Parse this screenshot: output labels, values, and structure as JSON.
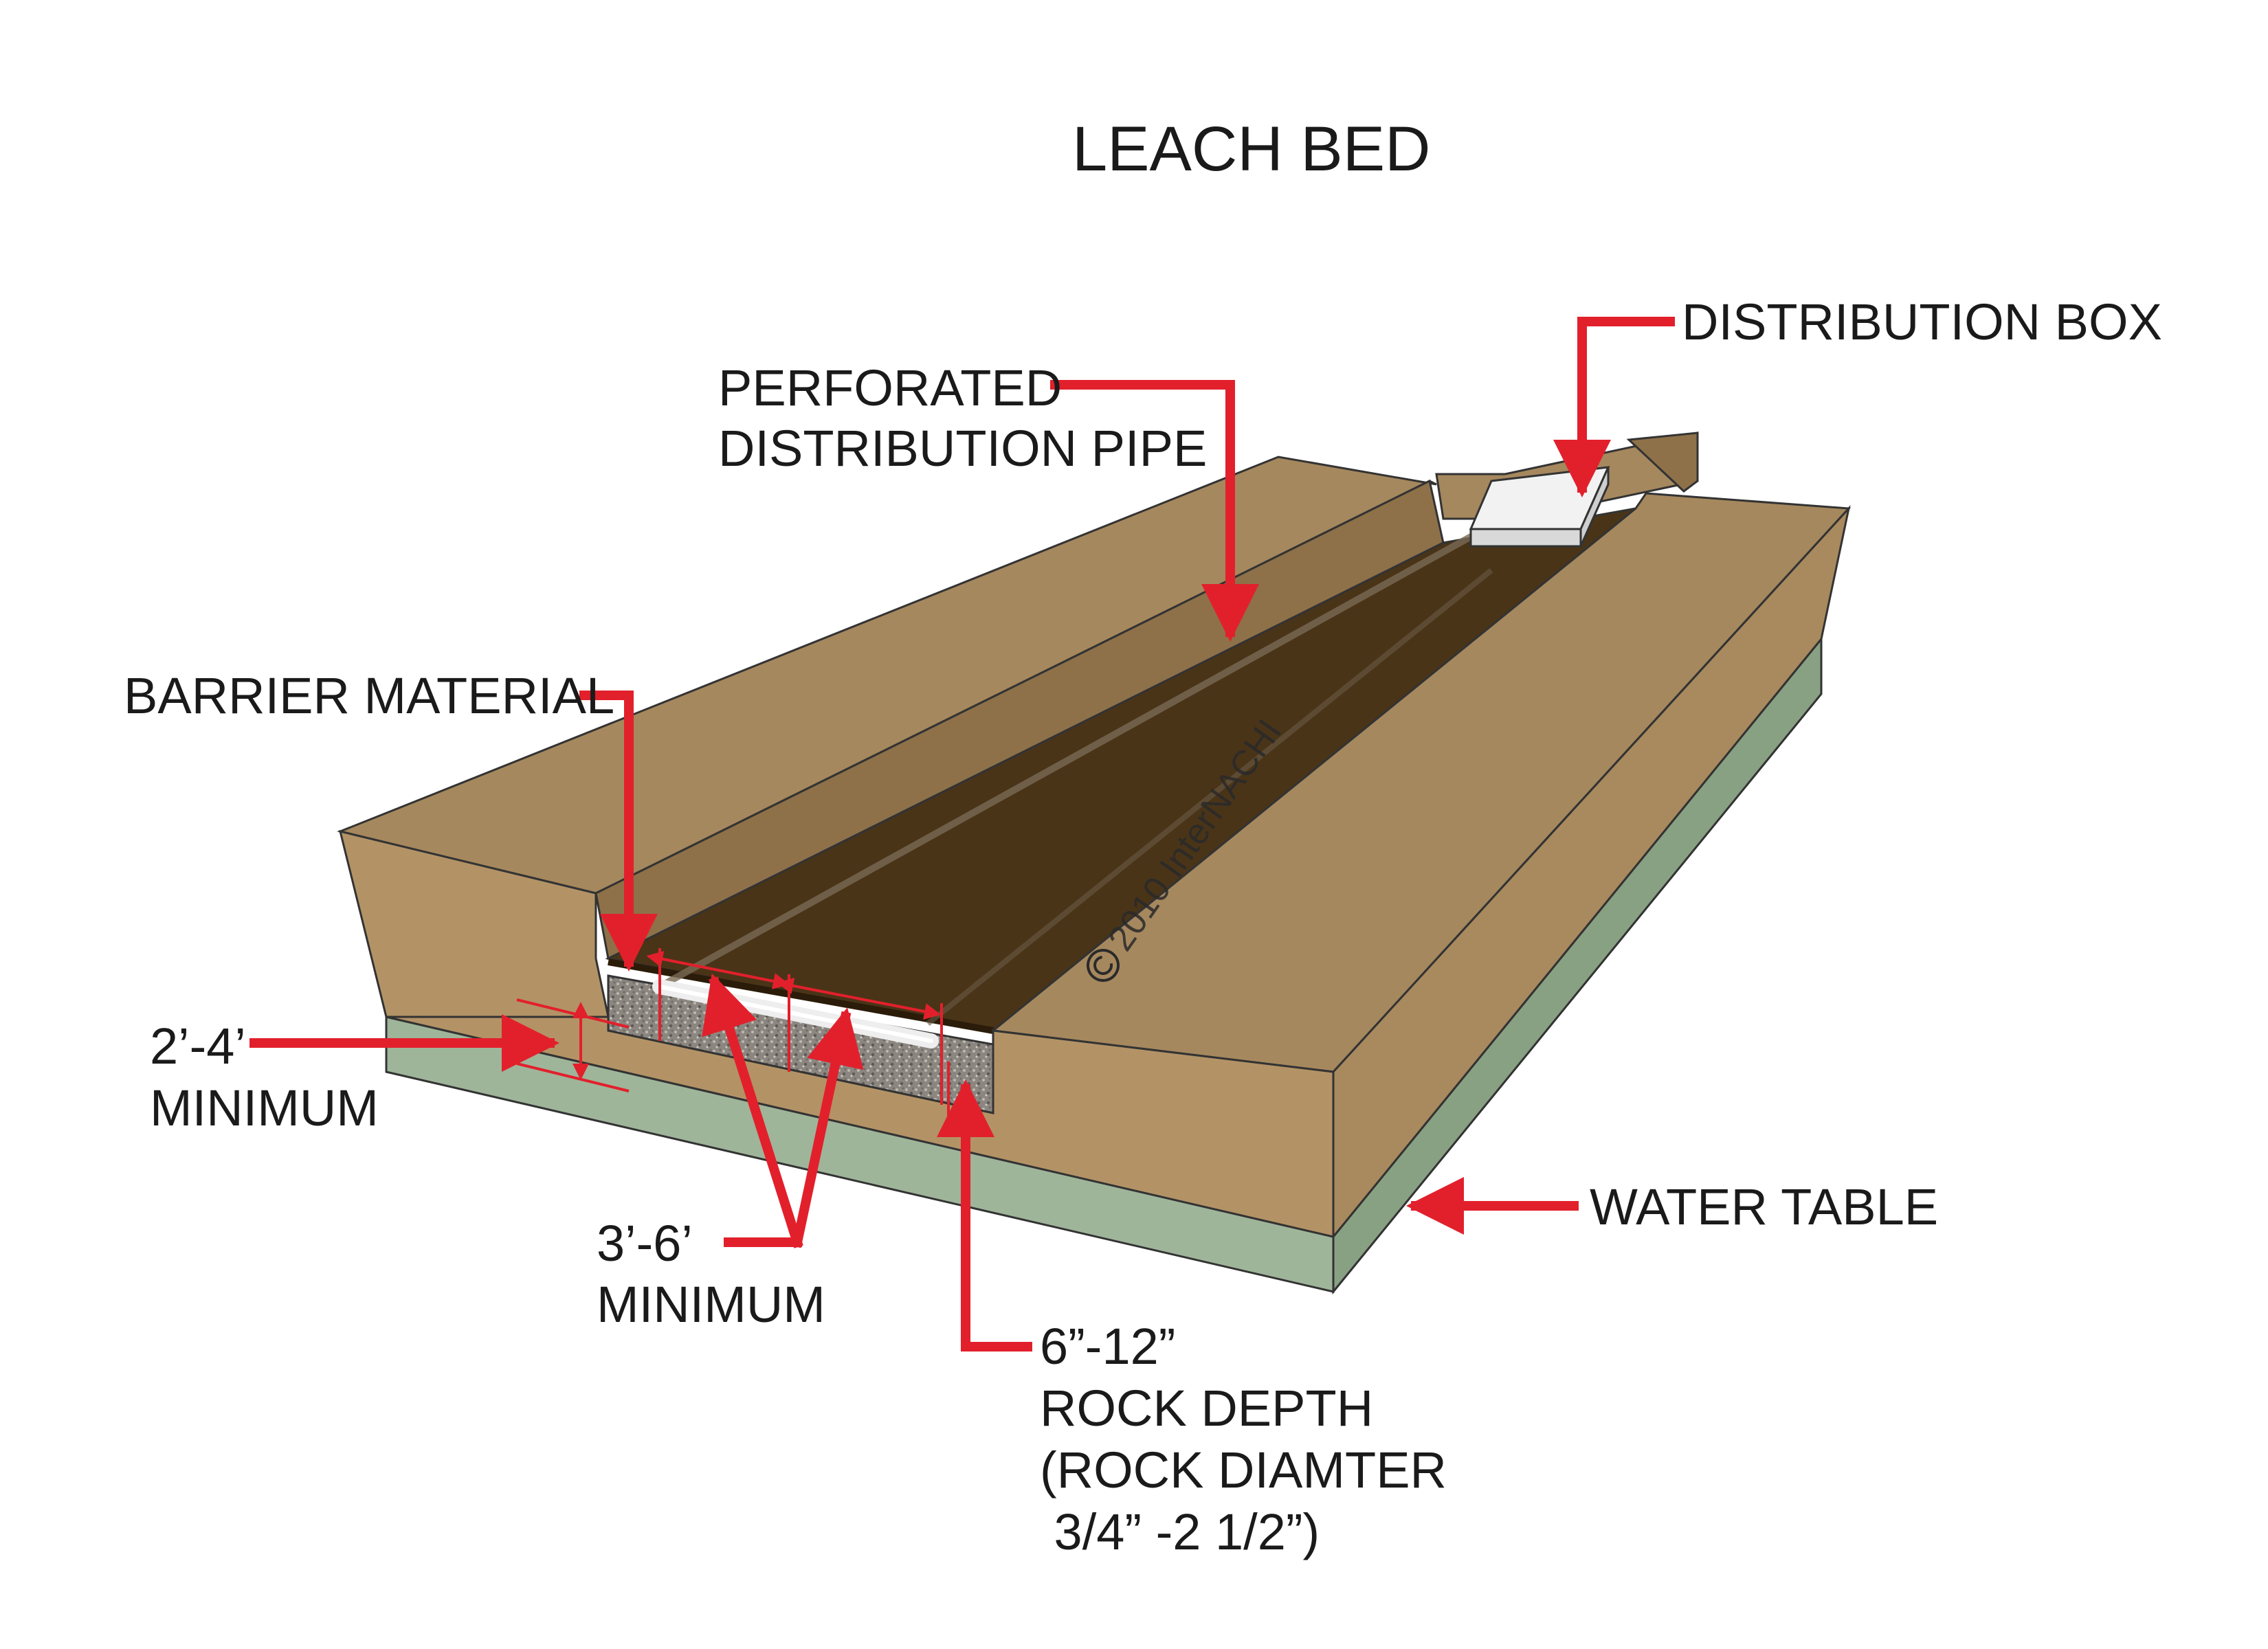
{
  "title": "LEACH BED",
  "watermark": "2010 InterNACHI",
  "colors": {
    "soil_top": "#a6885e",
    "soil_side": "#b39366",
    "soil_dark": "#8e7149",
    "trench_floor": "#4a3418",
    "water_table": "#9fb59a",
    "gravel": "#8b8680",
    "callout_red": "#e2202c",
    "pipe": "#eeeeee"
  },
  "labels": {
    "distribution_box": "DISTRIBUTION BOX",
    "perforated_pipe": [
      "PERFORATED",
      "DISTRIBUTION PIPE"
    ],
    "barrier_material": "BARRIER MATERIAL",
    "depth": [
      "2’-4’",
      "MINIMUM"
    ],
    "width": [
      "3’-6’",
      "MINIMUM"
    ],
    "water_table": "WATER TABLE",
    "rock": [
      "6”-12”",
      "ROCK DEPTH",
      "(ROCK DIAMTER",
      " 3/4” -2 1/2”)"
    ]
  },
  "icons": {
    "copyright": "copyright-icon",
    "arrows": "arrow-icon"
  }
}
